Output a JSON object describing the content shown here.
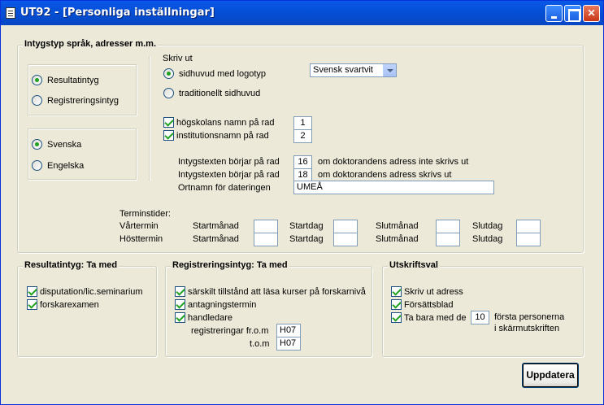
{
  "window": {
    "title": "UT92 - [Personliga inställningar]"
  },
  "main": {
    "legend": "Intygstyp språk, adresser m.m.",
    "certtype": [
      "Resultatintyg",
      "Registreringsintyg"
    ],
    "language": [
      "Svenska",
      "Engelska"
    ],
    "print_heading": "Skriv ut",
    "print_opts": [
      "sidhuvud med logotyp",
      "traditionellt sidhuvud"
    ],
    "print_select": "Svensk svartvit",
    "school_name_label": "högskolans namn på rad",
    "school_name_row": "1",
    "inst_name_label": "institutionsnamn på rad",
    "inst_name_row": "2",
    "start_row_label": "Intygstexten börjar på rad",
    "start_row_1": "16",
    "start_row_1_note": "om doktorandens adress inte skrivs ut",
    "start_row_2": "18",
    "start_row_2_note": "om doktorandens adress skrivs ut",
    "place_label": "Ortnamn för dateringen",
    "place_value": "UMEÅ",
    "terms_label": "Terminstider:",
    "term_rows": [
      "Vårtermin",
      "Hösttermin"
    ],
    "term_cols": [
      "Startmånad",
      "Startdag",
      "Slutmånad",
      "Slutdag"
    ]
  },
  "result": {
    "legend": "Resultatintyg: Ta med",
    "items": [
      "disputation/lic.seminarium",
      "forskarexamen"
    ]
  },
  "registration": {
    "legend": "Registreringsintyg: Ta med",
    "items": [
      "särskilt tillstånd att läsa kurser på forskarnivå",
      "antagningstermin",
      "handledare"
    ],
    "from_label": "registreringar fr.o.m",
    "from_value": "H07",
    "to_label": "t.o.m",
    "to_value": "H07"
  },
  "output": {
    "legend": "Utskriftsval",
    "items": [
      "Skriv ut adress",
      "Försättsblad",
      "Ta bara med de"
    ],
    "count": "10",
    "note_line1": "första personerna",
    "note_line2": "i skärmutskriften"
  },
  "update_button": "Uppdatera"
}
